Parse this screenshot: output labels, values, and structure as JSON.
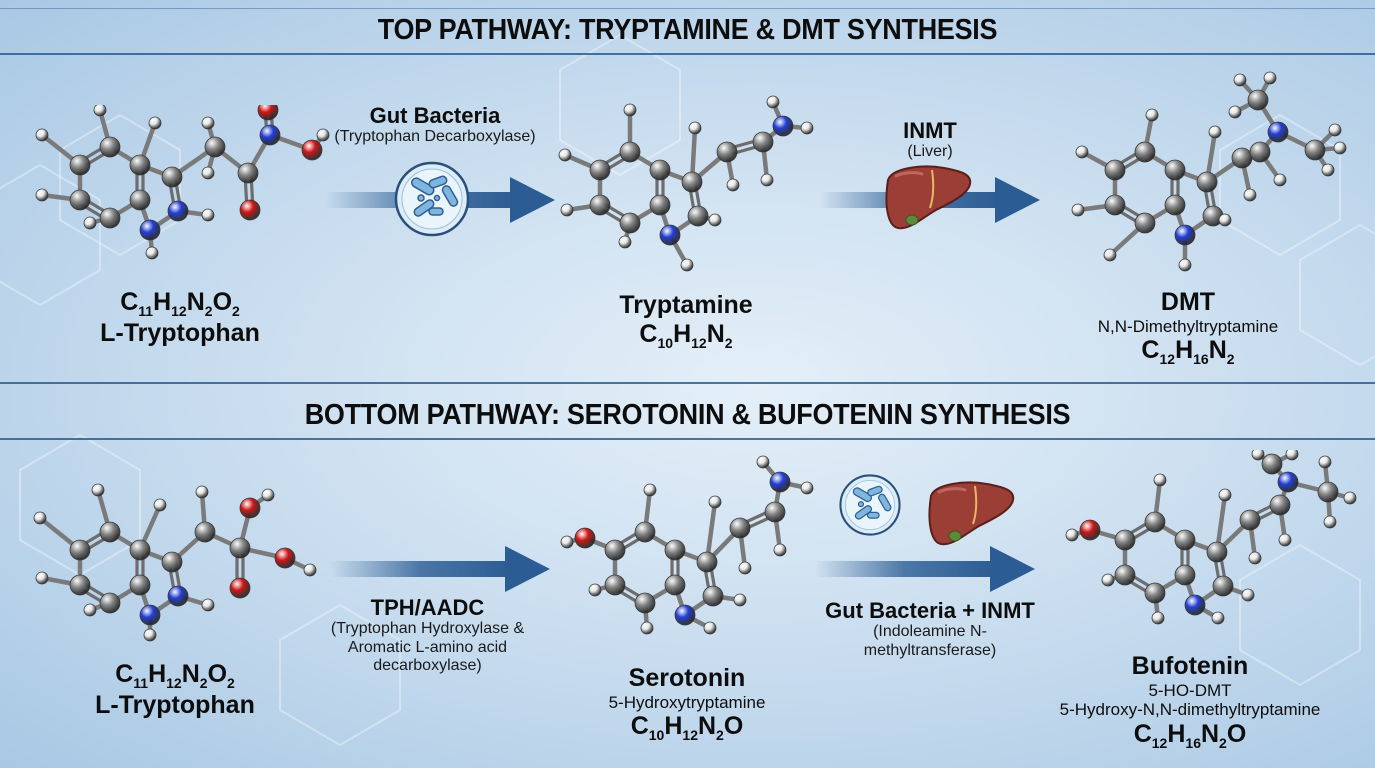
{
  "top": {
    "title": "TOP PATHWAY: TRYPTAMINE & DMT SYNTHESIS",
    "step1": {
      "enzyme": "Gut Bacteria",
      "enzyme_detail": "(Tryptophan Decarboxylase)",
      "icon": "bacteria-icon"
    },
    "step2": {
      "enzyme": "INMT",
      "enzyme_detail": "(Liver)",
      "icon": "liver-icon"
    },
    "compounds": [
      {
        "formula_parts": [
          "C",
          "11",
          "H",
          "12",
          "N",
          "2",
          "O",
          "2"
        ],
        "name": "L-Tryptophan"
      },
      {
        "name": "Tryptamine",
        "formula_parts": [
          "C",
          "10",
          "H",
          "12",
          "N",
          "2"
        ]
      },
      {
        "name": "DMT",
        "subtitle": "N,N-Dimethyltryptamine",
        "formula_parts": [
          "C",
          "12",
          "H",
          "16",
          "N",
          "2"
        ]
      }
    ]
  },
  "bottom": {
    "title": "BOTTOM PATHWAY: SEROTONIN & BUFOTENIN SYNTHESIS",
    "step1": {
      "enzyme": "TPH/AADC",
      "enzyme_detail_lines": [
        "(Tryptophan Hydroxylase &",
        "Aromatic L-amino acid",
        "decarboxylase)"
      ]
    },
    "step2": {
      "enzyme": "Gut Bacteria + INMT",
      "enzyme_detail_lines": [
        "(Indoleamine N-",
        "methyltransferase)"
      ],
      "icons": [
        "bacteria-icon",
        "liver-icon"
      ]
    },
    "compounds": [
      {
        "formula_parts": [
          "C",
          "11",
          "H",
          "12",
          "N",
          "2",
          "O",
          "2"
        ],
        "name": "L-Tryptophan"
      },
      {
        "name": "Serotonin",
        "subtitle": "5-Hydroxytryptamine",
        "formula_parts": [
          "C",
          "10",
          "H",
          "12",
          "N",
          "2",
          "O",
          ""
        ]
      },
      {
        "name": "Bufotenin",
        "subtitle_lines": [
          "5-HO-DMT",
          "5-Hydroxy-N,N-dimethyltryptamine"
        ],
        "formula_parts": [
          "C",
          "12",
          "H",
          "16",
          "N",
          "2",
          "O",
          ""
        ]
      }
    ]
  },
  "colors": {
    "carbon": "#8a8a8a",
    "hydrogen": "#e8e8e8",
    "nitrogen": "#2340d8",
    "oxygen": "#d01818",
    "arrow": "#2b5c93",
    "rule": "#2c5e91",
    "liver": "#9b3e35",
    "bacteria_ring": "#d8ecf7"
  }
}
